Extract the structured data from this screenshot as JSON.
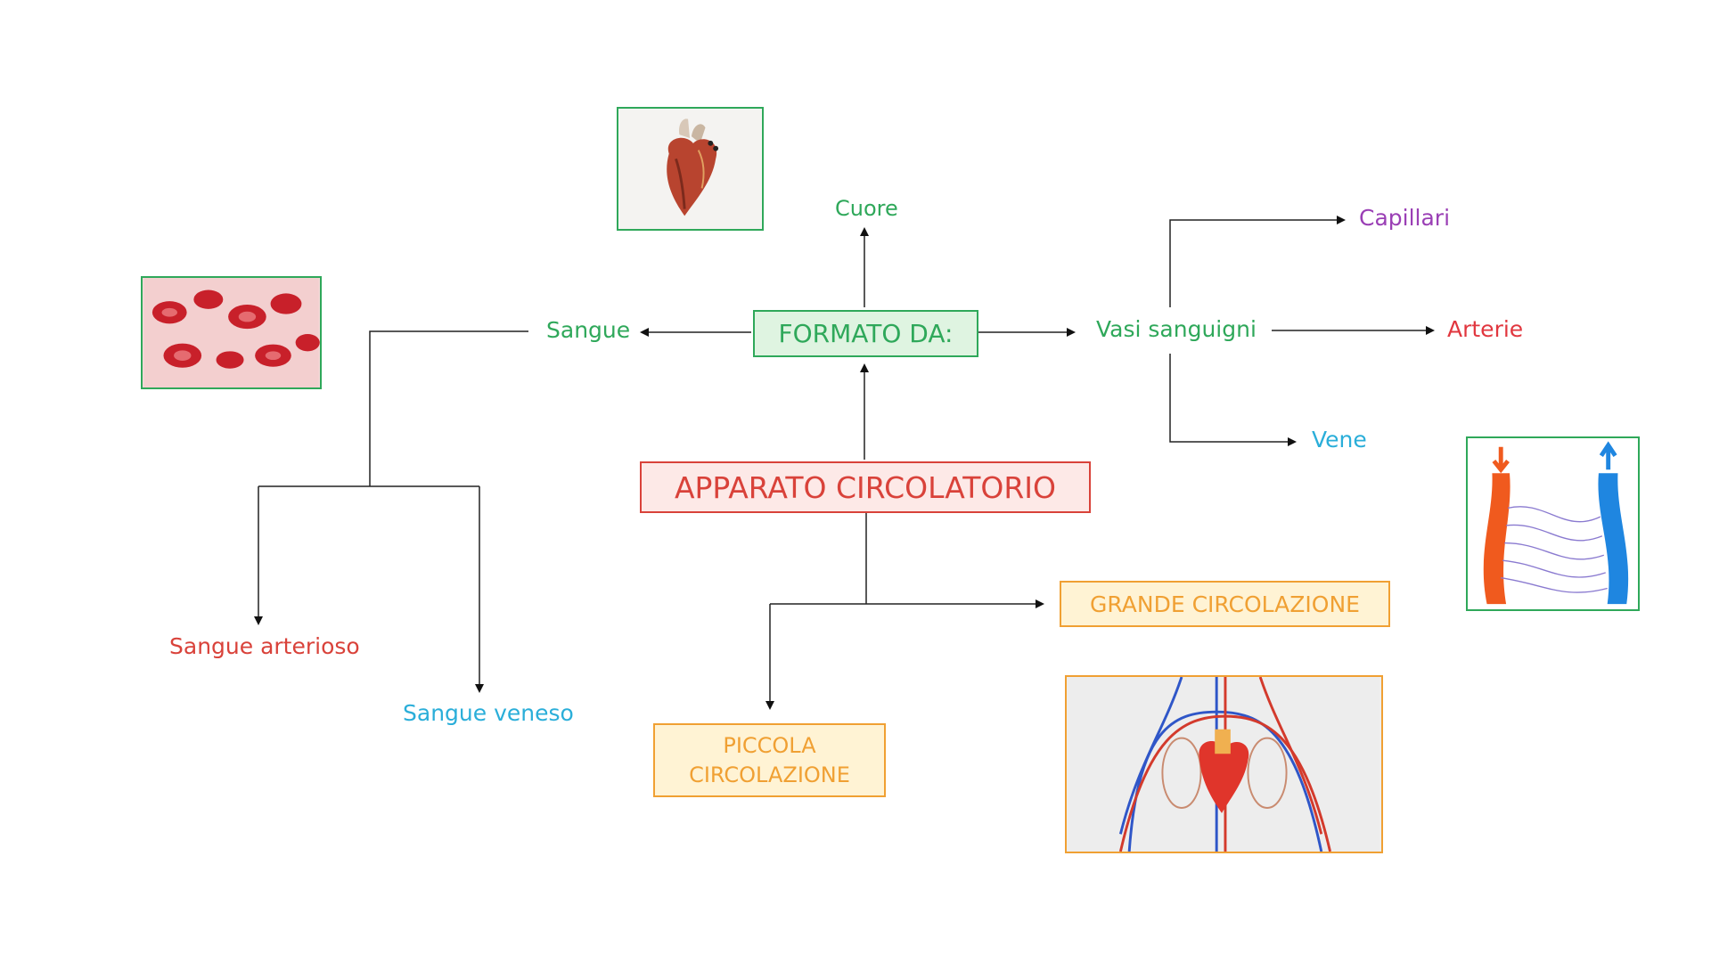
{
  "diagram": {
    "root": "APPARATO CIRCOLATORIO",
    "formed_by": "FORMATO DA:",
    "components": {
      "heart": "Cuore",
      "blood": "Sangue",
      "vessels": "Vasi sanguigni"
    },
    "blood_types": {
      "arterial": "Sangue arterioso",
      "venous": "Sangue veneso"
    },
    "vessel_types": {
      "capillaries": "Capillari",
      "arteries": "Arterie",
      "veins": "Vene"
    },
    "circulation": {
      "grand": "GRANDE CIRCOLAZIONE",
      "small_line1": "PICCOLA",
      "small_line2": "CIRCOLAZIONE"
    }
  },
  "colors": {
    "green": "#2fa85a",
    "green_fill": "#dff4e1",
    "red": "#d9423a",
    "red_fill": "#fde9e7",
    "orange": "#f0a033",
    "orange_fill": "#fff3d4",
    "purple": "#9a3fb5",
    "cyan": "#2aaed9",
    "crimson": "#e1373f"
  },
  "images": [
    {
      "name": "heart-image"
    },
    {
      "name": "red-blood-cells-image"
    },
    {
      "name": "capillary-network-image"
    },
    {
      "name": "circulatory-system-image"
    }
  ]
}
